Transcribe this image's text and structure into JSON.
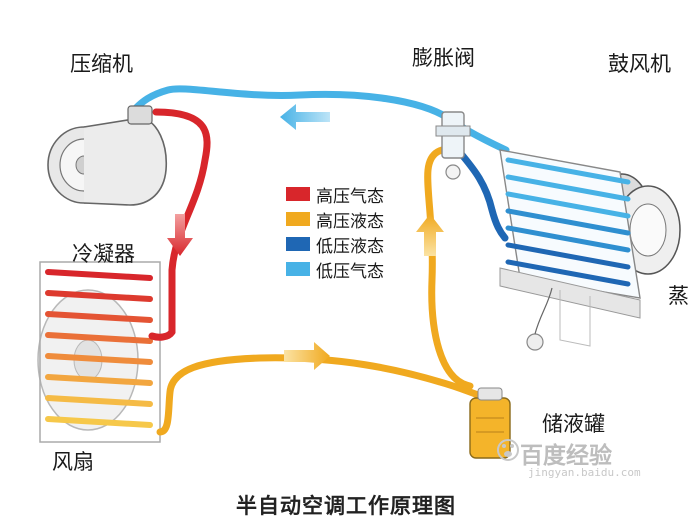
{
  "labels": {
    "compressor": "压缩机",
    "expansion_valve": "膨胀阀",
    "blower": "鼓风机",
    "condenser": "冷凝器",
    "evaporator": "蒸",
    "fan": "风扇",
    "receiver_drier": "储液罐"
  },
  "legend": [
    {
      "label": "高压气态",
      "color": "#d8262b"
    },
    {
      "label": "高压液态",
      "color": "#f0a91f"
    },
    {
      "label": "低压液态",
      "color": "#1f67b4"
    },
    {
      "label": "低压气态",
      "color": "#47b2e6"
    }
  ],
  "caption": "半自动空调工作原理图",
  "watermark": {
    "text": "百度经验",
    "url": "jingyan.baidu.com"
  },
  "icons": {
    "watermark_logo": "baidu-paw-icon"
  }
}
